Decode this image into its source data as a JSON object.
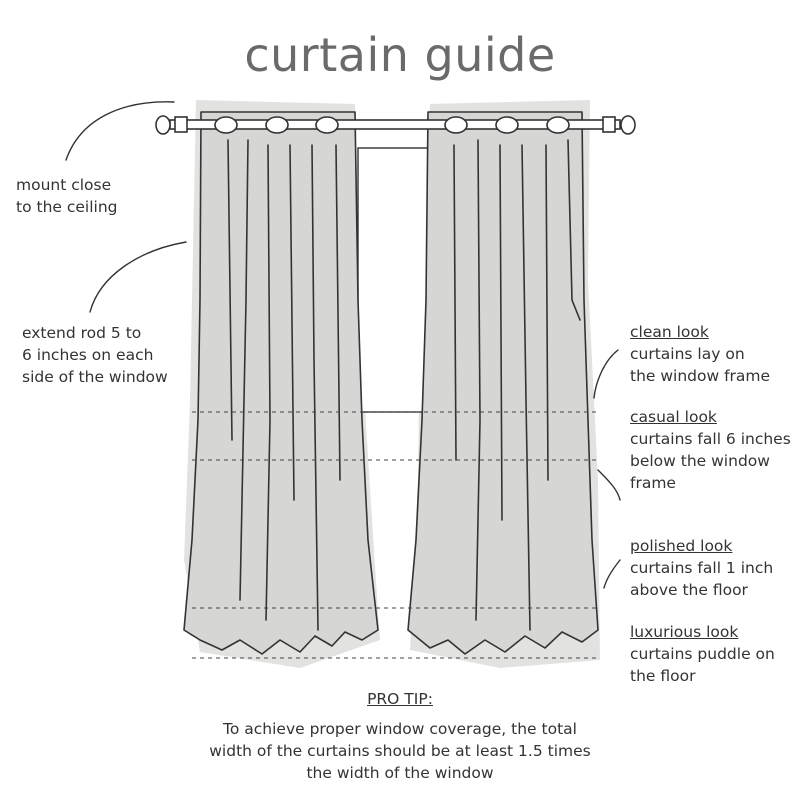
{
  "title": "curtain guide",
  "left_notes": {
    "mount": [
      "mount close",
      "to the ceiling"
    ],
    "extend": [
      "extend rod 5 to",
      "6 inches on each",
      "side of the window"
    ]
  },
  "looks": [
    {
      "name": "clean look",
      "lines": [
        "curtains lay on",
        "the window frame"
      ]
    },
    {
      "name": "casual look",
      "lines": [
        "curtains fall 6 inches",
        "below the window",
        "frame"
      ]
    },
    {
      "name": "polished look",
      "lines": [
        "curtains fall 1 inch",
        "above the floor"
      ]
    },
    {
      "name": "luxurious look",
      "lines": [
        "curtains puddle on",
        "the floor"
      ]
    }
  ],
  "pro_tip": {
    "heading": "PRO TIP:",
    "lines": [
      "To achieve proper window coverage, the total",
      "width of the curtains should be at least 1.5 times",
      "the width of the window"
    ]
  },
  "colors": {
    "curtain_fill": "#d6d6d4",
    "shadow": "#e2e2e1",
    "line": "#333333",
    "title": "#6a6a6a"
  }
}
